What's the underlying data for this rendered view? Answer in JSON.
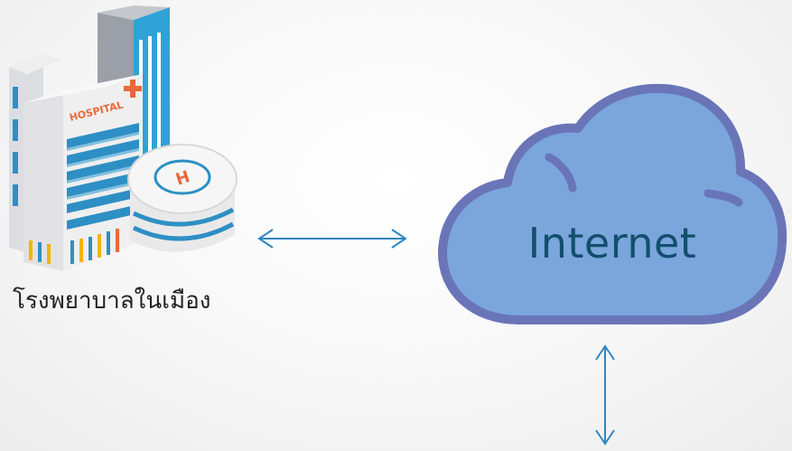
{
  "hospital": {
    "caption": "โรงพยาบาลในเมือง",
    "building_sign": "HOSPITAL",
    "helipad_letter": "H"
  },
  "cloud": {
    "label": "Internet"
  },
  "colors": {
    "cloud_fill": "#7aa6dc",
    "cloud_outline": "#6a75b8",
    "cloud_text": "#134f6d",
    "arrow": "#2e86c1",
    "accent_orange": "#e8693a",
    "window_blue": "#2e8fc4"
  },
  "connections": [
    {
      "from": "hospital",
      "to": "cloud",
      "direction": "bidirectional"
    },
    {
      "from": "cloud",
      "to": "below",
      "direction": "bidirectional"
    }
  ]
}
